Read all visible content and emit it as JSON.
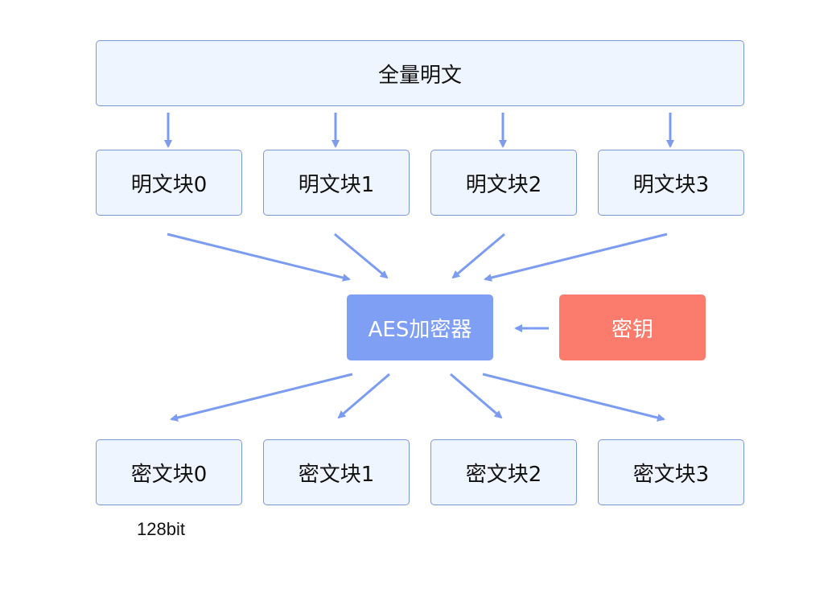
{
  "plaintext_all": "全量明文",
  "plain_blocks": [
    "明文块0",
    "明文块1",
    "明文块2",
    "明文块3"
  ],
  "aes": "AES加密器",
  "key": "密钥",
  "cipher_blocks": [
    "密文块0",
    "密文块1",
    "密文块2",
    "密文块3"
  ],
  "block_size": "128bit",
  "colors": {
    "box_fill": "#eff5ff",
    "box_border": "#7a98dd",
    "arrow": "#7b9cf0",
    "aes_fill": "#7f9ff4",
    "key_fill": "#fb7b6d"
  }
}
